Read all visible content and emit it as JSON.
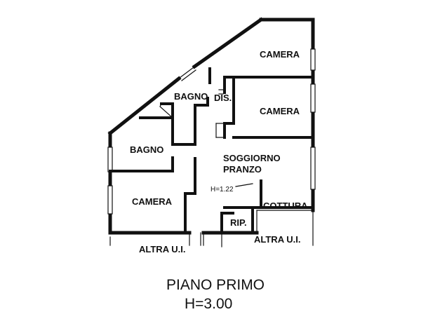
{
  "plan": {
    "rooms": {
      "camera_top": "CAMERA",
      "camera_mid": "CAMERA",
      "bagno_upper": "BAGNO",
      "dis": "DIS.",
      "bagno_left": "BAGNO",
      "soggiorno_line1": "SOGGIORNO",
      "soggiorno_line2": "PRANZO",
      "height_note": "H=1.22",
      "camera_bottom": "CAMERA",
      "cottura": "COTTURA",
      "rip": "RIP.",
      "altra_left": "ALTRA U.I.",
      "altra_right": "ALTRA U.I."
    },
    "caption": {
      "title": "PIANO PRIMO",
      "height": "H=3.00"
    }
  }
}
